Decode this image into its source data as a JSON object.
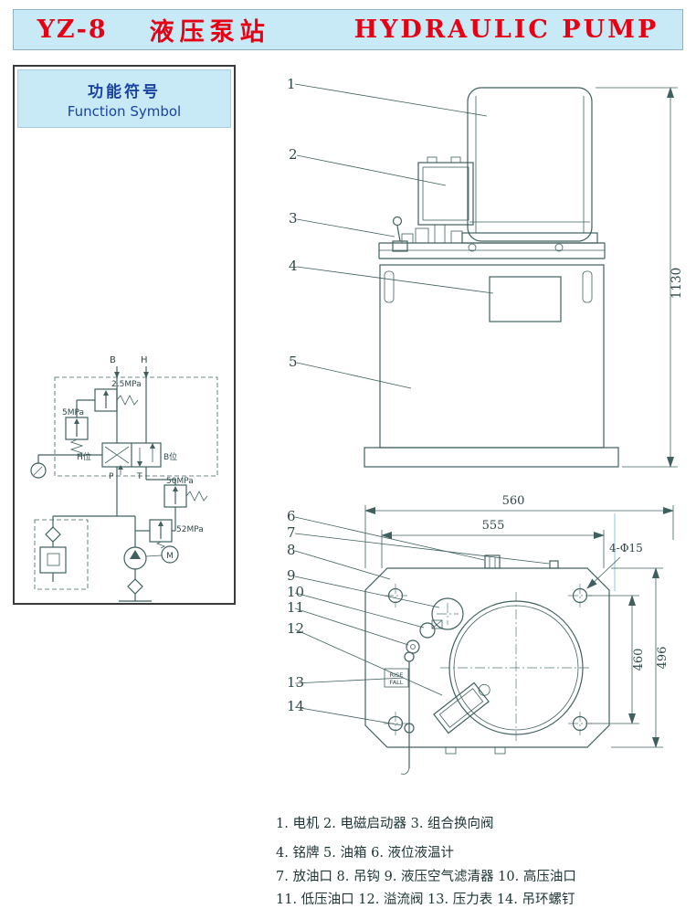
{
  "header": {
    "model": "YZ-8",
    "title_cn": "液压泵站",
    "title_en": "HYDRAULIC PUMP"
  },
  "function_symbol": {
    "label_cn": "功能符号",
    "label_en": "Function Symbol",
    "schematic": {
      "port_b": "B",
      "port_h": "H",
      "relief_pressure_1": "2.5MPa",
      "relief_pressure_2": "5MPa",
      "relief_pressure_3": "50MPa",
      "relief_pressure_4": "52MPa",
      "valve_pos_h": "H位",
      "valve_pos_b": "B位",
      "port_p": "P",
      "port_t": "T",
      "motor_letter": "M"
    }
  },
  "front_view": {
    "callouts": [
      "1",
      "2",
      "3",
      "4",
      "5"
    ],
    "dim_height": "1130"
  },
  "top_view": {
    "callouts": [
      "6",
      "7",
      "8",
      "9",
      "10",
      "11",
      "12",
      "13",
      "14"
    ],
    "dim_width_outer": "560",
    "dim_width_inner": "555",
    "dim_depth_inner": "460",
    "dim_depth_outer": "496",
    "holes_label": "4-Φ15",
    "gauge_rise": "RISE",
    "gauge_fall": "FALL"
  },
  "parts_list": {
    "line_1": "1. 电机   2. 电磁启动器   3. 组合换向阀",
    "line_2": "4. 铭牌   5. 油箱   6. 液位液温计",
    "line_3": "7. 放油口   8. 吊钩   9. 液压空气滤清器   10. 高压油口",
    "line_4": "11. 低压油口   12. 溢流阀   13. 压力表   14. 吊环螺钉"
  }
}
